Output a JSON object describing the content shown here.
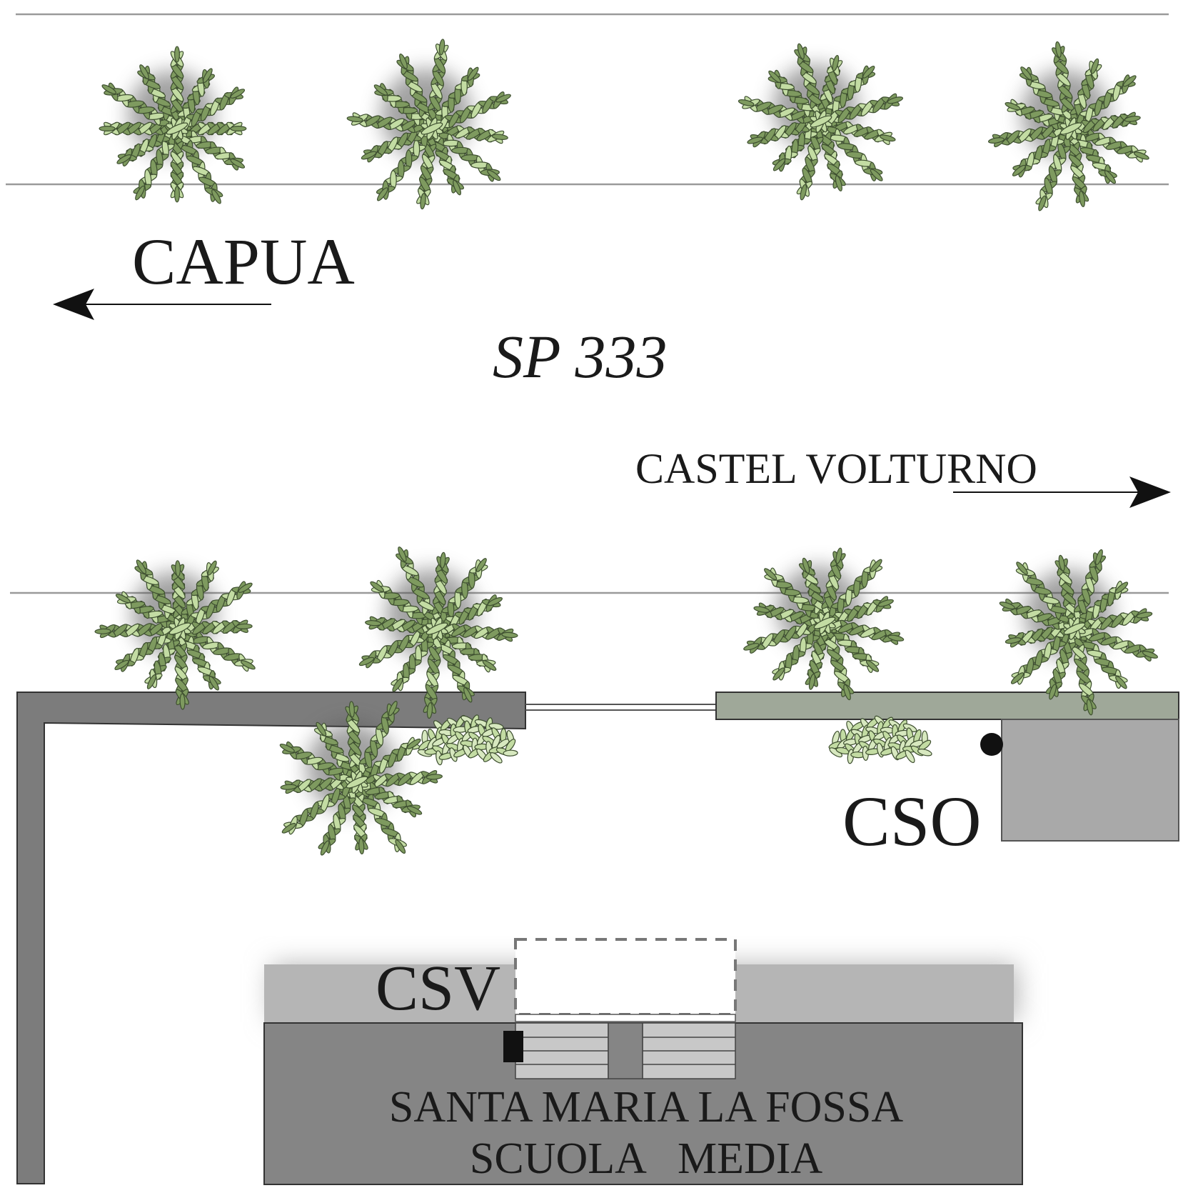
{
  "road": {
    "name": "SP 333"
  },
  "directions": {
    "west": {
      "label": "CAPUA"
    },
    "east": {
      "label": "CASTEL VOLTURNO"
    }
  },
  "stations": {
    "cso": {
      "label": "CSO"
    },
    "csv": {
      "label": "CSV"
    }
  },
  "building": {
    "line1": "SANTA MARIA LA FOSSA",
    "line2": "SCUOLA   MEDIA"
  },
  "colors": {
    "tree_dark": "#3e4f30",
    "tree_leaf": "#7e9a5f",
    "tree_light": "#c3dca3",
    "wall": "#7c7c7c",
    "wall_light": "#9fa899",
    "building": "#858585",
    "building_shadow": "#b5b5b5",
    "annex": "#a9a9a9"
  }
}
